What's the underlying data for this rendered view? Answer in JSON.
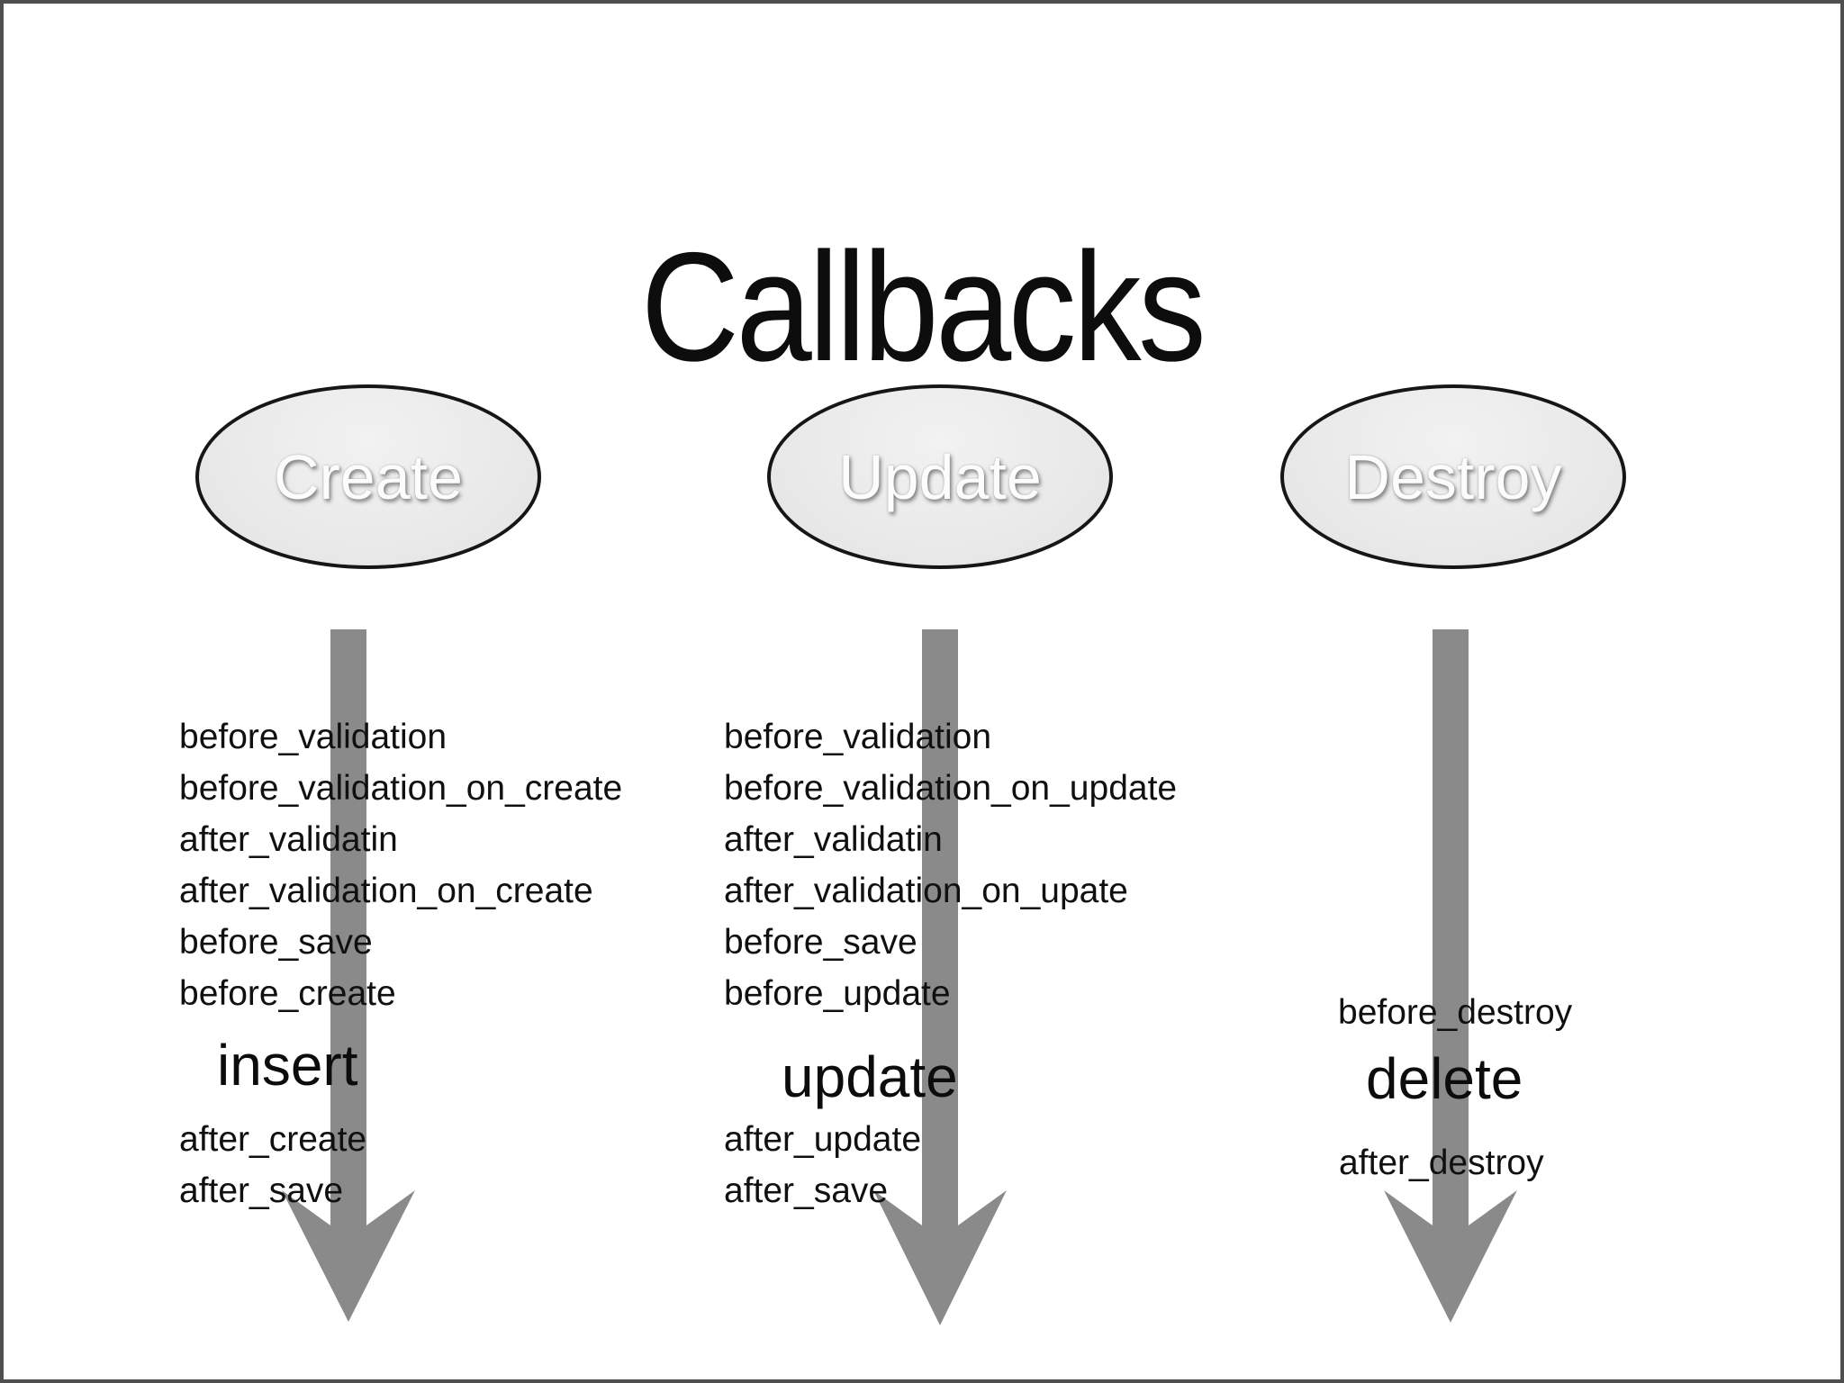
{
  "slide": {
    "title": "Callbacks"
  },
  "colors": {
    "arrow_gray": "#8a8a8a",
    "ellipse_fill": "#ebebeb",
    "ellipse_stroke": "#161616",
    "border_gray": "#4f4f4f",
    "text": "#111111",
    "ellipse_label": "#fcfcfc"
  },
  "columns": [
    {
      "id": "create",
      "stage_label": "Create",
      "before_callbacks": [
        "before_validation",
        "before_validation_on_create",
        "after_validatin",
        "after_validation_on_create",
        "before_save",
        "before_create"
      ],
      "operation": "insert",
      "after_callbacks": [
        "after_create",
        "after_save"
      ]
    },
    {
      "id": "update",
      "stage_label": "Update",
      "before_callbacks": [
        "before_validation",
        "before_validation_on_update",
        "after_validatin",
        "after_validation_on_upate",
        "before_save",
        "before_update"
      ],
      "operation": "update",
      "after_callbacks": [
        "after_update",
        "after_save"
      ]
    },
    {
      "id": "destroy",
      "stage_label": "Destroy",
      "before_callbacks": [
        "before_destroy"
      ],
      "operation": "delete",
      "after_callbacks": [
        "after_destroy"
      ]
    }
  ]
}
